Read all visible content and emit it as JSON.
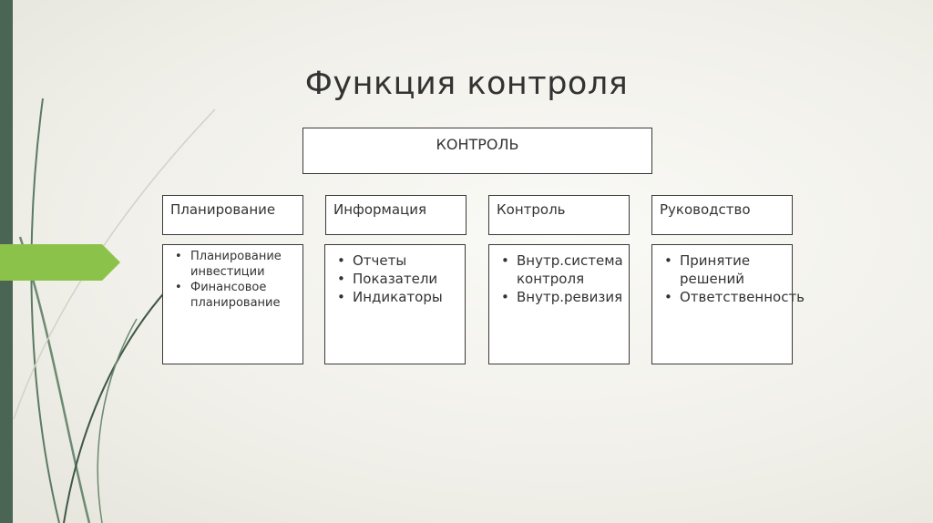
{
  "title": "Функция контроля",
  "root": "КОНТРОЛЬ",
  "columns": [
    {
      "heading": "Планирование",
      "items": [
        "Планирование инвестиции",
        "Финансовое планирование"
      ]
    },
    {
      "heading": "Информация",
      "items": [
        "Отчеты",
        "Показатели",
        "Индикаторы"
      ]
    },
    {
      "heading": "Контроль",
      "items": [
        "Внутр.системa контроля",
        "Внутр.ревизия"
      ]
    },
    {
      "heading": "Руководство",
      "items": [
        "Принятие решений",
        "Ответственность"
      ]
    }
  ],
  "colors": {
    "stripe": "#4a6553",
    "accent": "#8bc34a",
    "line": "#3a3a3a"
  }
}
